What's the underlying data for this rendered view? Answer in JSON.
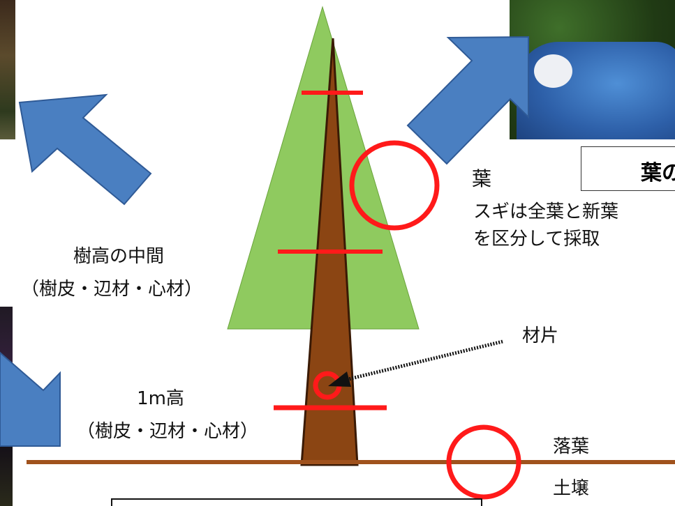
{
  "labels": {
    "mid_title": "樹高の中間",
    "mid_parts": "（樹皮・辺材・心材）",
    "low_title": "1m高",
    "low_parts": "（樹皮・辺材・心材）",
    "leaf": "葉",
    "leaf_note_1": "スギは全葉と新葉",
    "leaf_note_2": "を区分して採取",
    "wood_piece": "材片",
    "litter": "落葉",
    "soil": "土壌",
    "leaf_box": "葉の"
  },
  "colors": {
    "crown": "#8fca5f",
    "trunk": "#8b4513",
    "marker": "#ff1a1a",
    "arrow": "#4a7fc1",
    "ground": "#a0521d"
  }
}
